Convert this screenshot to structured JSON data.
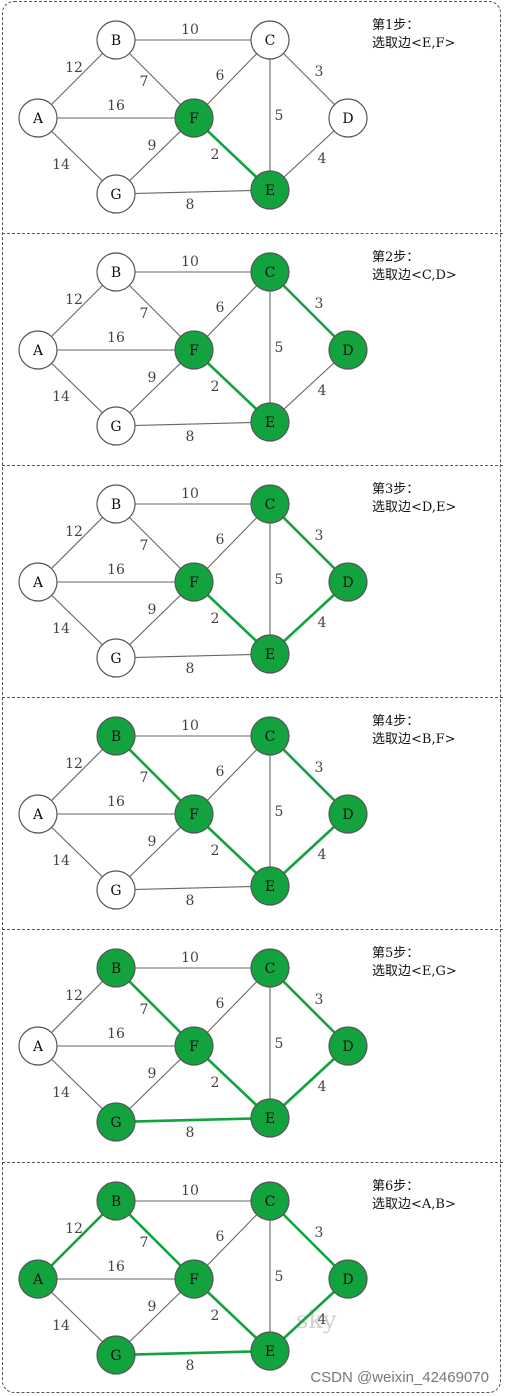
{
  "colors": {
    "selected_fill": "#12a33e",
    "unselected_fill": "#ffffff",
    "selected_edge": "#12a33e",
    "unselected_edge": "#666666",
    "node_stroke": "#555555"
  },
  "nodes": [
    "A",
    "B",
    "C",
    "D",
    "E",
    "F",
    "G"
  ],
  "edges": [
    {
      "u": "A",
      "v": "B",
      "w": "12"
    },
    {
      "u": "A",
      "v": "F",
      "w": "16"
    },
    {
      "u": "A",
      "v": "G",
      "w": "14"
    },
    {
      "u": "B",
      "v": "C",
      "w": "10"
    },
    {
      "u": "B",
      "v": "F",
      "w": "7"
    },
    {
      "u": "C",
      "v": "F",
      "w": "6"
    },
    {
      "u": "C",
      "v": "D",
      "w": "3"
    },
    {
      "u": "C",
      "v": "E",
      "w": "5"
    },
    {
      "u": "F",
      "v": "G",
      "w": "9"
    },
    {
      "u": "F",
      "v": "E",
      "w": "2"
    },
    {
      "u": "D",
      "v": "E",
      "w": "4"
    },
    {
      "u": "G",
      "v": "E",
      "w": "8"
    }
  ],
  "steps": [
    {
      "label": "第1步：",
      "desc": "选取边<E,F>",
      "selected_nodes": [
        "E",
        "F"
      ],
      "selected_edges": [
        "F-E"
      ]
    },
    {
      "label": "第2步：",
      "desc": "选取边<C,D>",
      "selected_nodes": [
        "C",
        "D",
        "E",
        "F"
      ],
      "selected_edges": [
        "F-E",
        "C-D"
      ]
    },
    {
      "label": "第3步：",
      "desc": "选取边<D,E>",
      "selected_nodes": [
        "C",
        "D",
        "E",
        "F"
      ],
      "selected_edges": [
        "F-E",
        "C-D",
        "D-E"
      ]
    },
    {
      "label": "第4步：",
      "desc": "选取边<B,F>",
      "selected_nodes": [
        "B",
        "C",
        "D",
        "E",
        "F"
      ],
      "selected_edges": [
        "F-E",
        "C-D",
        "D-E",
        "B-F"
      ]
    },
    {
      "label": "第5步：",
      "desc": "选取边<E,G>",
      "selected_nodes": [
        "B",
        "C",
        "D",
        "E",
        "F",
        "G"
      ],
      "selected_edges": [
        "F-E",
        "C-D",
        "D-E",
        "B-F",
        "G-E"
      ]
    },
    {
      "label": "第6步：",
      "desc": "选取边<A,B>",
      "selected_nodes": [
        "A",
        "B",
        "C",
        "D",
        "E",
        "F",
        "G"
      ],
      "selected_edges": [
        "F-E",
        "C-D",
        "D-E",
        "B-F",
        "G-E",
        "A-B"
      ]
    }
  ],
  "footer": {
    "watermark": "sky",
    "credit": "CSDN @weixin_42469070"
  }
}
